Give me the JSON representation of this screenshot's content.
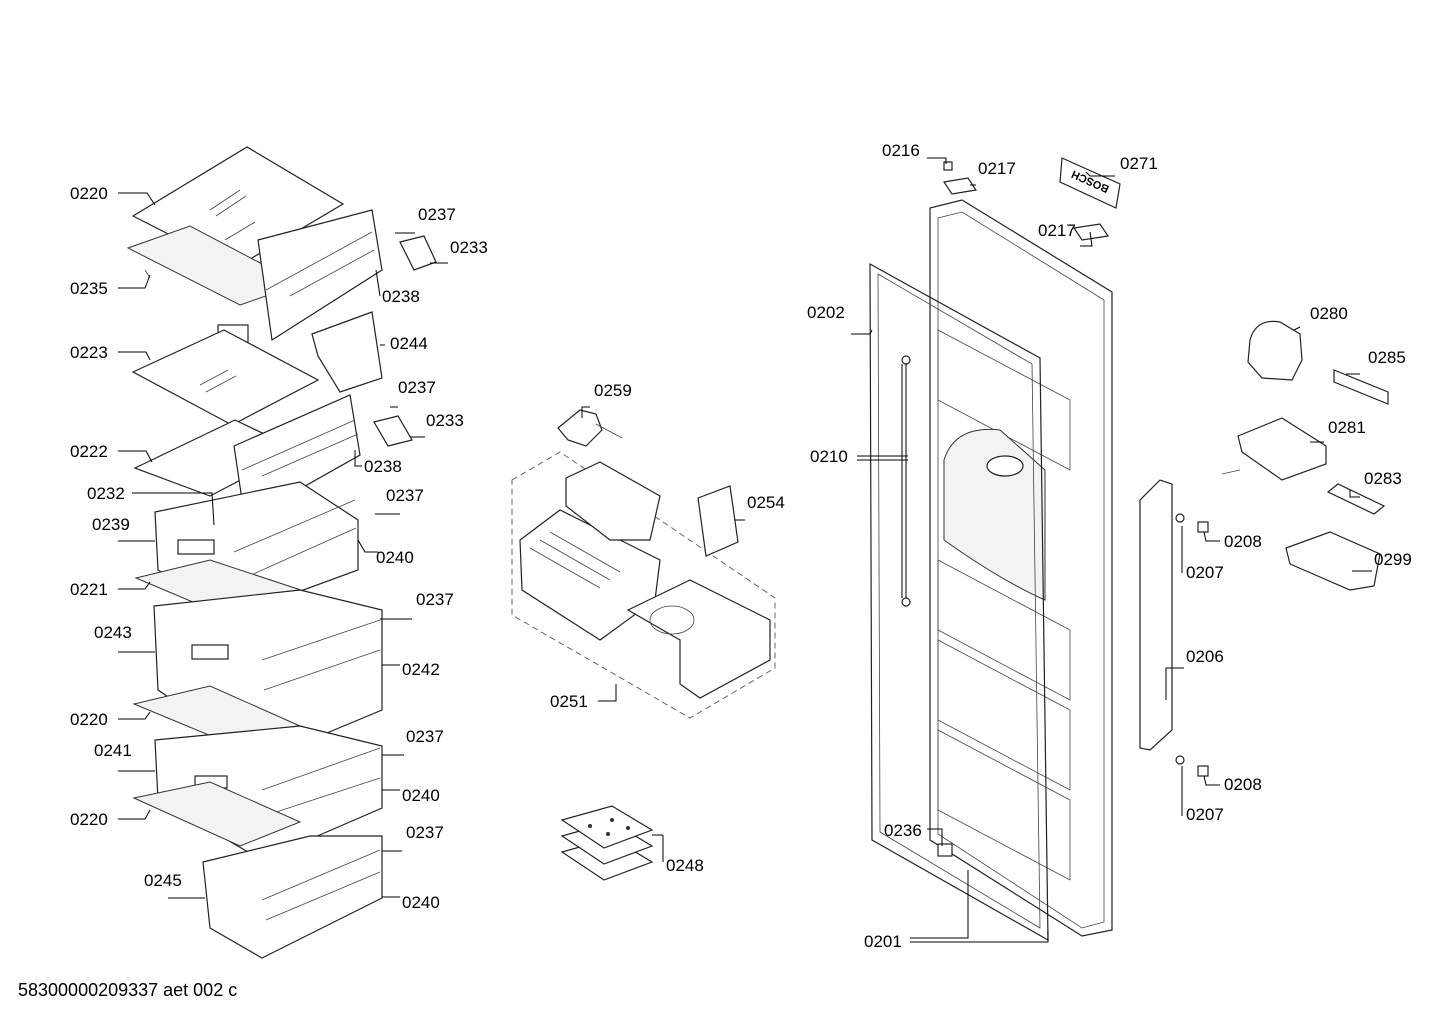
{
  "footer": {
    "code": "58300000209337 aet 002 c"
  },
  "logo": {
    "text": "BOSCH"
  },
  "labels": [
    {
      "id": "l1",
      "text": "0220"
    },
    {
      "id": "l2",
      "text": "0235"
    },
    {
      "id": "l3",
      "text": "0223"
    },
    {
      "id": "l4",
      "text": "0222"
    },
    {
      "id": "l5",
      "text": "0232"
    },
    {
      "id": "l6",
      "text": "0239"
    },
    {
      "id": "l7",
      "text": "0221"
    },
    {
      "id": "l8",
      "text": "0243"
    },
    {
      "id": "l9",
      "text": "0220"
    },
    {
      "id": "l10",
      "text": "0241"
    },
    {
      "id": "l11",
      "text": "0220"
    },
    {
      "id": "l12",
      "text": "0245"
    },
    {
      "id": "l13",
      "text": "0237"
    },
    {
      "id": "l14",
      "text": "0233"
    },
    {
      "id": "l15",
      "text": "0238"
    },
    {
      "id": "l16",
      "text": "0244"
    },
    {
      "id": "l17",
      "text": "0237"
    },
    {
      "id": "l18",
      "text": "0233"
    },
    {
      "id": "l19",
      "text": "0238"
    },
    {
      "id": "l20",
      "text": "0237"
    },
    {
      "id": "l21",
      "text": "0240"
    },
    {
      "id": "l22",
      "text": "0237"
    },
    {
      "id": "l23",
      "text": "0242"
    },
    {
      "id": "l24",
      "text": "0237"
    },
    {
      "id": "l25",
      "text": "0240"
    },
    {
      "id": "l26",
      "text": "0237"
    },
    {
      "id": "l27",
      "text": "0240"
    },
    {
      "id": "l28",
      "text": "0259"
    },
    {
      "id": "l29",
      "text": "0254"
    },
    {
      "id": "l30",
      "text": "0251"
    },
    {
      "id": "l31",
      "text": "0248"
    },
    {
      "id": "l32",
      "text": "0216"
    },
    {
      "id": "l33",
      "text": "0217"
    },
    {
      "id": "l34",
      "text": "0271"
    },
    {
      "id": "l35",
      "text": "0217"
    },
    {
      "id": "l36",
      "text": "0202"
    },
    {
      "id": "l37",
      "text": "0210"
    },
    {
      "id": "l38",
      "text": "0236"
    },
    {
      "id": "l39",
      "text": "0201"
    },
    {
      "id": "l40",
      "text": "0280"
    },
    {
      "id": "l41",
      "text": "0285"
    },
    {
      "id": "l42",
      "text": "0281"
    },
    {
      "id": "l43",
      "text": "0283"
    },
    {
      "id": "l44",
      "text": "0299"
    },
    {
      "id": "l45",
      "text": "0208"
    },
    {
      "id": "l46",
      "text": "0207"
    },
    {
      "id": "l47",
      "text": "0206"
    },
    {
      "id": "l48",
      "text": "0208"
    },
    {
      "id": "l49",
      "text": "0207"
    }
  ]
}
